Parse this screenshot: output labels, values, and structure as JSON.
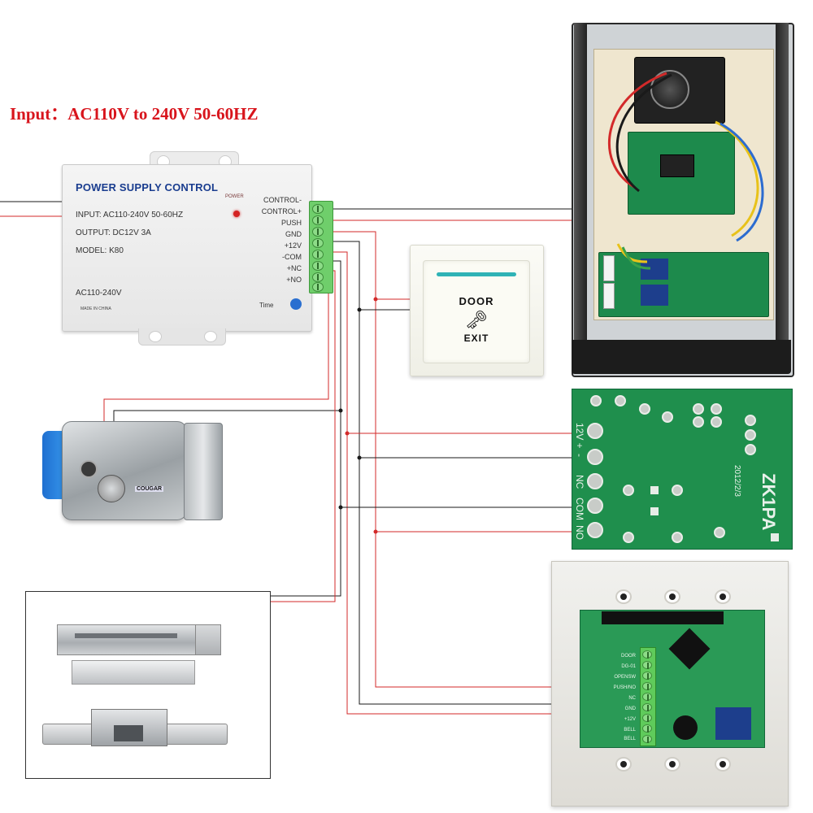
{
  "input_label": "Input：AC110V to 240V 50-60HZ",
  "psu": {
    "title": "POWER SUPPLY CONTROL",
    "input_line": "INPUT: AC110-240V  50-60HZ",
    "output_line": "OUTPUT: DC12V  3A",
    "model_line": "MODEL: K80",
    "power_label": "POWER",
    "ac_label": "AC110-240V",
    "made_in": "MADE IN CHINA",
    "time_label": "Time",
    "terminals": [
      "CONTROL-",
      "CONTROL+",
      "PUSH",
      "GND",
      "+12V",
      "-COM",
      "+NC",
      "+NO"
    ]
  },
  "exit_button": {
    "line1": "DOOR",
    "key_glyph": "🗝",
    "line2": "EXIT"
  },
  "relay_board": {
    "model": "ZK1PA",
    "date": "2012/2/3",
    "terminals": [
      "12V +",
      "-",
      "NC",
      "COM",
      "NO"
    ]
  },
  "controller": {
    "terminals": [
      "DOOR",
      "DG-01",
      "OPENSW",
      "PUSH/NO",
      "NC",
      "GND",
      "+12V",
      "BELL",
      "BELL"
    ]
  },
  "lock": {
    "brand": "COUGAR"
  },
  "wire_colors": {
    "red": "#d32a2a",
    "black": "#1a1a1a",
    "junction": "#d32a2a"
  }
}
